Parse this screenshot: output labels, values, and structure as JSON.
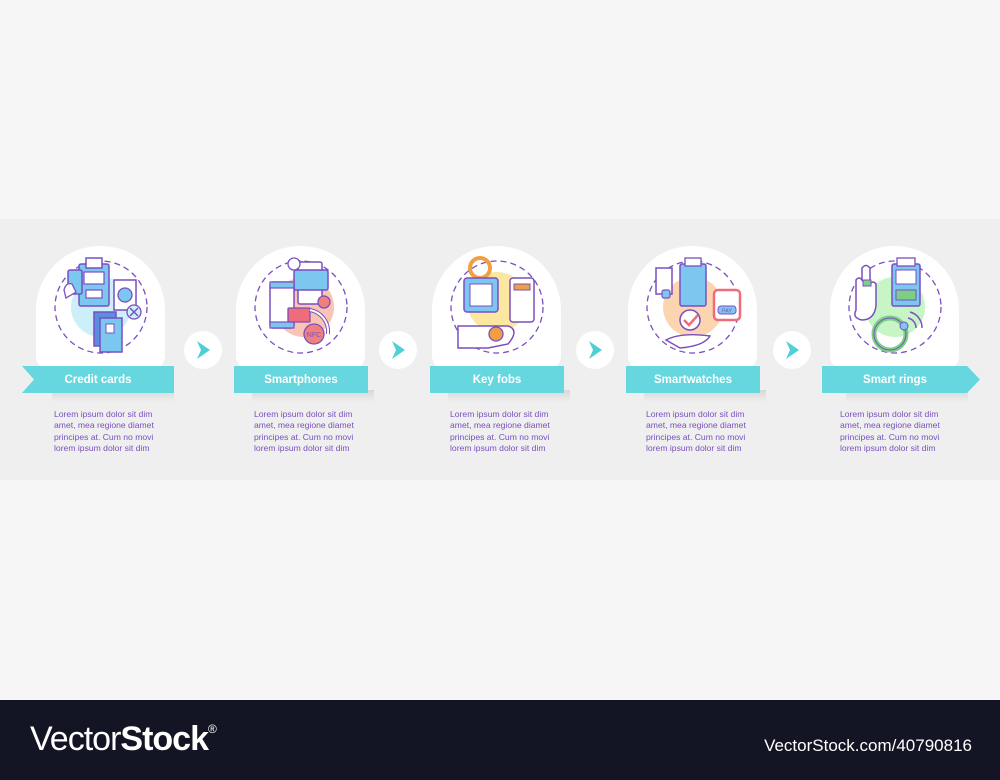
{
  "infographic": {
    "colors": {
      "ribbon": "#66d6df",
      "text": "#7a4fc0",
      "arrow": "#4fd0d8",
      "band": "#efefef"
    },
    "steps": [
      {
        "title": "Credit cards",
        "icon": "credit-card-payment-icon",
        "description": [
          "Lorem ipsum dolor sit dim",
          "amet, mea regione diamet",
          "principes at. Cum no movi",
          "lorem ipsum dolor sit dim"
        ]
      },
      {
        "title": "Smartphones",
        "icon": "smartphone-nfc-icon",
        "description": [
          "Lorem ipsum dolor sit dim",
          "amet, mea regione diamet",
          "principes at. Cum no movi",
          "lorem ipsum dolor sit dim"
        ]
      },
      {
        "title": "Key fobs",
        "icon": "key-fob-icon",
        "description": [
          "Lorem ipsum dolor sit dim",
          "amet, mea regione diamet",
          "principes at. Cum no movi",
          "lorem ipsum dolor sit dim"
        ]
      },
      {
        "title": "Smartwatches",
        "icon": "smartwatch-pay-icon",
        "description": [
          "Lorem ipsum dolor sit dim",
          "amet, mea regione diamet",
          "principes at. Cum no movi",
          "lorem ipsum dolor sit dim"
        ]
      },
      {
        "title": "Smart rings",
        "icon": "smart-ring-icon",
        "description": [
          "Lorem ipsum dolor sit dim",
          "amet, mea regione diamet",
          "principes at. Cum no movi",
          "lorem ipsum dolor sit dim"
        ]
      }
    ],
    "nfc_badge": "NFC",
    "pay_badge": "PAY"
  },
  "footer": {
    "brand_light": "Vector",
    "brand_bold": "Stock",
    "brand_mark": "®",
    "url": "VectorStock.com/40790816"
  }
}
